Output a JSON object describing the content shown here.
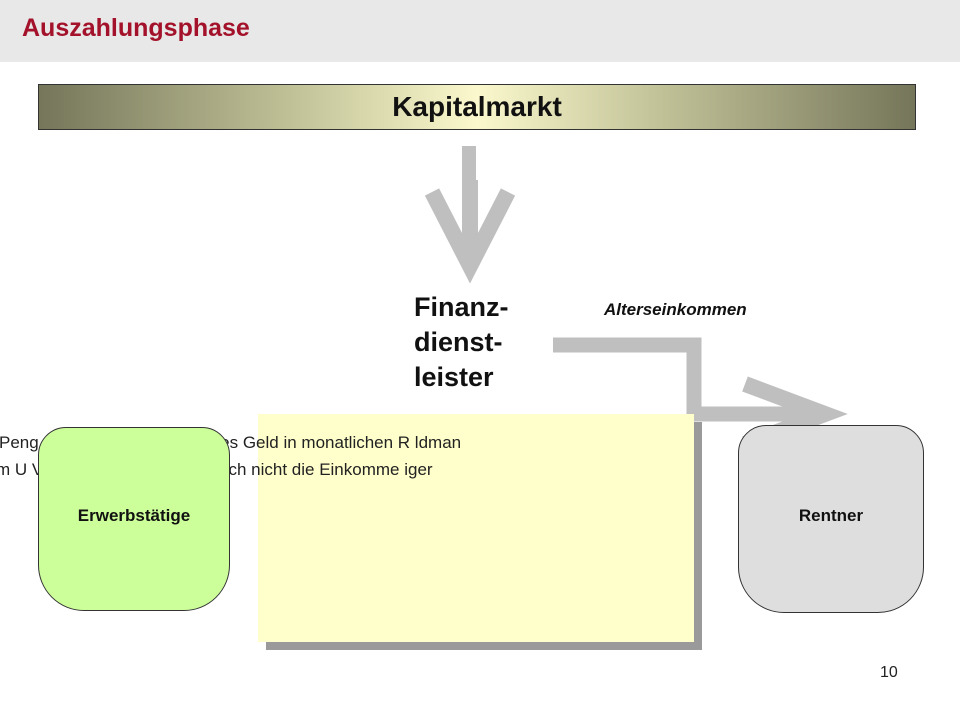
{
  "slide": {
    "title": "Auszahlungsphase",
    "page_number": "10"
  },
  "diagram": {
    "capital_market_label": "Kapitalmarkt",
    "provider_label_lines": [
      "Finanz-",
      "dienst-",
      "leister"
    ],
    "flow_label": "Alterseinkommen",
    "worker_label": "Erwerbstätige",
    "retiree_label": "Rentner"
  },
  "overlay_text": {
    "line_1": "Peng                              r Rentner sein angelegtes Geld in monatlichen R                          ldman",
    "line_2": "m U                              V belaste er dabei angeblich nicht die Einkomme                          iger"
  },
  "colors": {
    "title": "#a3122a",
    "arrow": "#bfbfbf",
    "note_box": "#ffffcc",
    "worker_box": "#ccff99",
    "retiree_box": "#dedede"
  }
}
